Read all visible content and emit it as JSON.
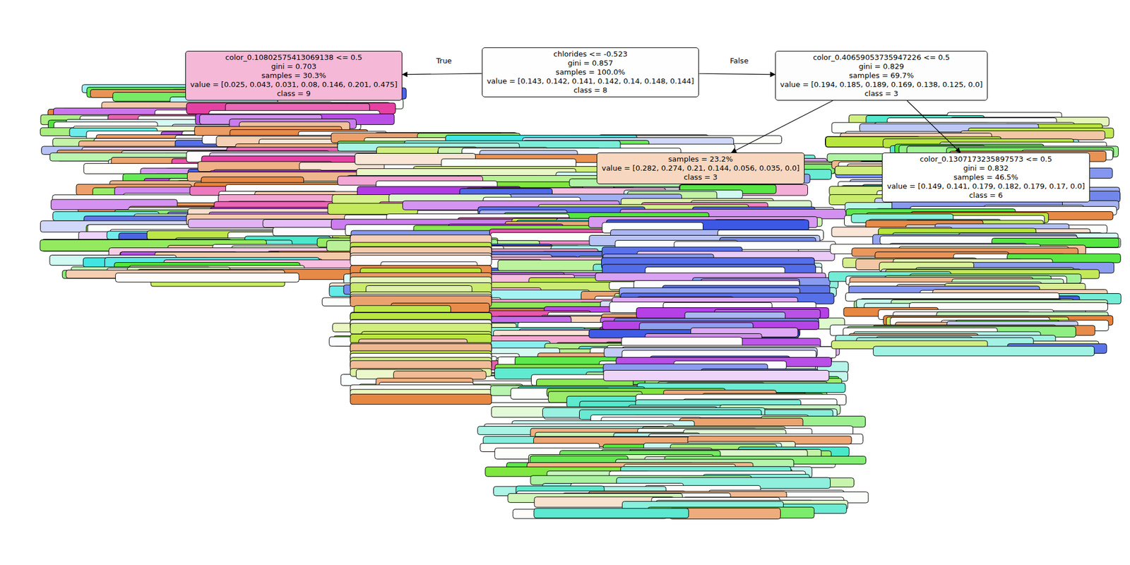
{
  "diagram": {
    "nodes": [
      {
        "text": [
          "chlorides <= -0.523",
          "gini = 0.857",
          "samples = 100.0%",
          "value = [0.143, 0.142, 0.141, 0.142, 0.14, 0.148, 0.144]",
          "class = 8"
        ]
      },
      {
        "text": [
          "color_0.10802575413069138 <= 0.5",
          "gini = 0.703",
          "samples = 30.3%",
          "value = [0.025, 0.043, 0.031, 0.08, 0.146, 0.201, 0.475]",
          "class = 9"
        ]
      },
      {
        "text": [
          "color_0.40659053735947226 <= 0.5",
          "gini = 0.829",
          "samples = 69.7%",
          "value = [0.194, 0.185, 0.189, 0.169, 0.138, 0.125, 0.0]",
          "class = 3"
        ]
      },
      {
        "text": [
          "samples = 23.2%",
          "value = [0.282, 0.274, 0.21, 0.144, 0.056, 0.035, 0.0]",
          "class = 3"
        ]
      },
      {
        "text": [
          "color_0.1307173235897573 <= 0.5",
          "gini = 0.832",
          "samples = 46.5%",
          "value = [0.149, 0.141, 0.179, 0.182, 0.179, 0.17, 0.0]",
          "class = 6"
        ]
      }
    ],
    "edges": [
      {
        "from": 0,
        "to": 1,
        "arrow": "to"
      },
      {
        "from": 0,
        "to": 2,
        "arrow": "to"
      },
      {
        "from": 2,
        "to": 3,
        "arrow": "to"
      },
      {
        "from": 2,
        "to": 4,
        "arrow": "to"
      }
    ],
    "labels": [
      "True",
      "False"
    ]
  }
}
